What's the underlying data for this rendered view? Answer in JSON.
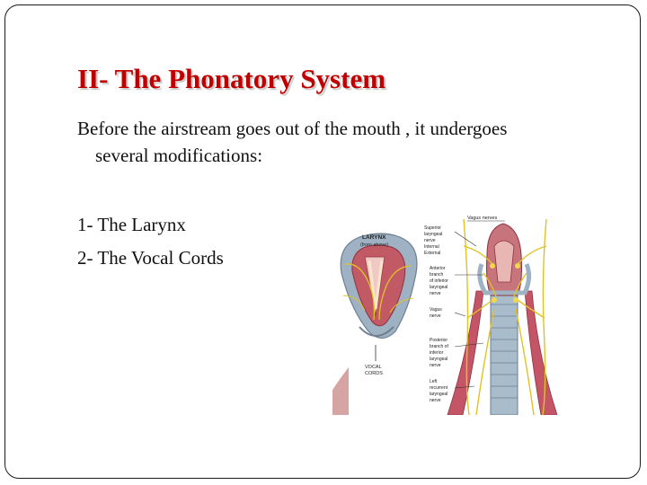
{
  "slide": {
    "title": "II- The Phonatory System",
    "intro_line1": "Before the airstream goes out of the mouth , it undergoes",
    "intro_line2": "several modifications:",
    "list_items": [
      "1- The Larynx",
      "2- The Vocal Cords"
    ]
  },
  "figure": {
    "larynx_title": "LARYNX",
    "larynx_subtitle": "(from above)",
    "vocal_cords_label": [
      "VOCAL",
      "CORDS"
    ],
    "vagus_nerves_top": "Vagus nerves",
    "superior_laryngeal_nerve": [
      "Superior",
      "laryngeal",
      "nerve",
      "Internal",
      "External"
    ],
    "anterior_branch": [
      "Anterior",
      "branch",
      "of inferior",
      "laryngeal",
      "nerve"
    ],
    "vagus_nerve": [
      "Vagus",
      "nerve"
    ],
    "posterior_branch": [
      "Posterior",
      "branch of",
      "inferior",
      "laryngeal",
      "nerve"
    ],
    "left_recurrent": [
      "Left",
      "recurrent",
      "laryngeal",
      "nerve"
    ]
  },
  "colors": {
    "title": "#c00000",
    "title_shadow": "#c9c9c9",
    "nerve": "#e0c224",
    "muscle": "#b84a5a",
    "cartilage": "#9fb2c4"
  }
}
